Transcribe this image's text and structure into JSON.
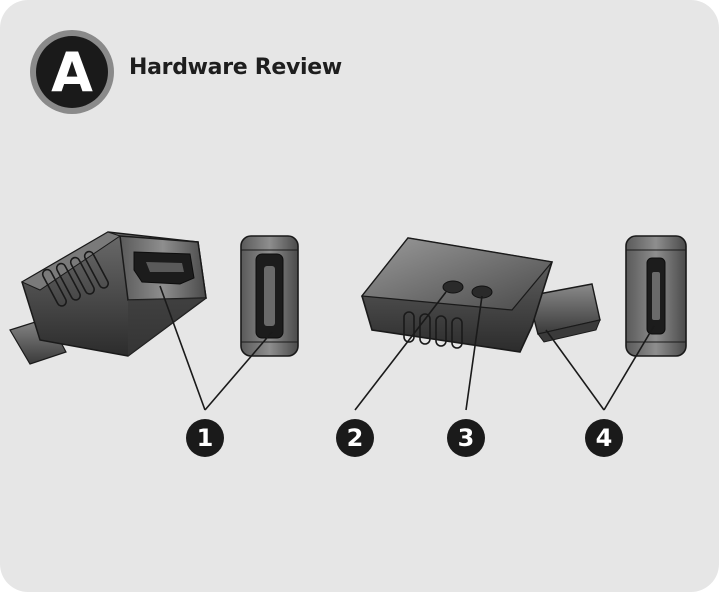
{
  "header": {
    "badge_letter": "A",
    "title": "Hardware Review"
  },
  "callouts": [
    "1",
    "2",
    "3",
    "4"
  ],
  "colors": {
    "background": "#e6e6e6",
    "badge_fill": "#1a1a1a",
    "badge_ring": "#8a8a8a",
    "callout_fill": "#1a1a1a"
  },
  "icons": [
    "hdmi-right-angle-adapter-icon",
    "hdmi-port-front-icon",
    "hdmi-wireless-adapter-icon",
    "hdmi-port-side-icon"
  ]
}
